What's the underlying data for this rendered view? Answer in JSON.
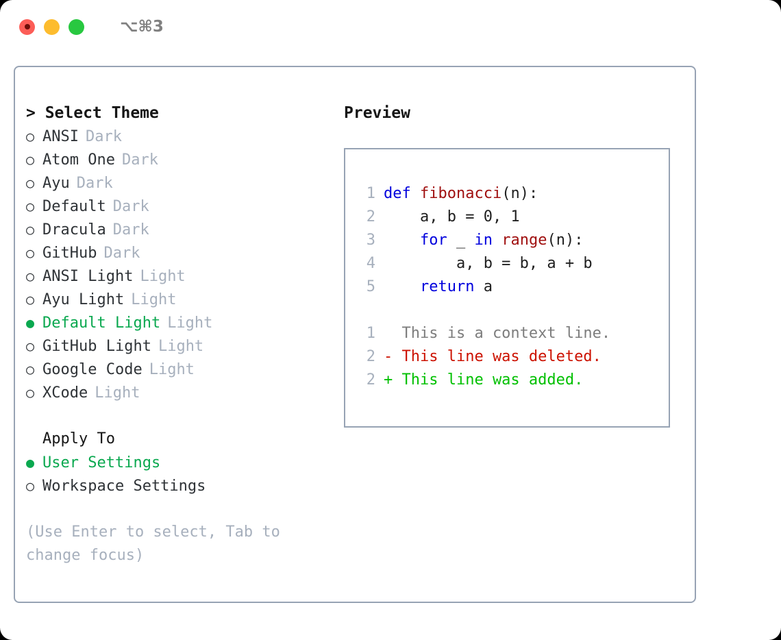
{
  "titlebar": {
    "shortcut": "⌥⌘3",
    "lights": [
      "close-red",
      "minimize-amber",
      "maximize-green"
    ]
  },
  "left": {
    "header": "> Select Theme",
    "themes": [
      {
        "bullet": "○",
        "name": "ANSI",
        "kind": "Dark",
        "selected": false
      },
      {
        "bullet": "○",
        "name": "Atom One",
        "kind": "Dark",
        "selected": false
      },
      {
        "bullet": "○",
        "name": "Ayu",
        "kind": "Dark",
        "selected": false
      },
      {
        "bullet": "○",
        "name": "Default",
        "kind": "Dark",
        "selected": false
      },
      {
        "bullet": "○",
        "name": "Dracula",
        "kind": "Dark",
        "selected": false
      },
      {
        "bullet": "○",
        "name": "GitHub",
        "kind": "Dark",
        "selected": false
      },
      {
        "bullet": "○",
        "name": "ANSI Light",
        "kind": "Light",
        "selected": false
      },
      {
        "bullet": "○",
        "name": "Ayu Light",
        "kind": "Light",
        "selected": false
      },
      {
        "bullet": "●",
        "name": "Default Light",
        "kind": "Light",
        "selected": true
      },
      {
        "bullet": "○",
        "name": "GitHub Light",
        "kind": "Light",
        "selected": false
      },
      {
        "bullet": "○",
        "name": "Google Code",
        "kind": "Light",
        "selected": false
      },
      {
        "bullet": "○",
        "name": "XCode",
        "kind": "Light",
        "selected": false
      }
    ],
    "apply_to": {
      "label": "Apply To",
      "options": [
        {
          "bullet": "●",
          "name": "User Settings",
          "selected": true
        },
        {
          "bullet": "○",
          "name": "Workspace Settings",
          "selected": false
        }
      ]
    },
    "hint": "(Use Enter to select, Tab to change focus)"
  },
  "right": {
    "title": "Preview",
    "code_lines": [
      {
        "num": "1",
        "tokens": [
          {
            "t": "def",
            "c": "kw"
          },
          {
            "t": " ",
            "c": "plain"
          },
          {
            "t": "fibonacci",
            "c": "fn"
          },
          {
            "t": "(n):",
            "c": "plain"
          }
        ]
      },
      {
        "num": "2",
        "tokens": [
          {
            "t": "    a, b = 0, 1",
            "c": "plain"
          }
        ]
      },
      {
        "num": "3",
        "tokens": [
          {
            "t": "    ",
            "c": "plain"
          },
          {
            "t": "for",
            "c": "kw"
          },
          {
            "t": " _ ",
            "c": "plain"
          },
          {
            "t": "in",
            "c": "kw"
          },
          {
            "t": " ",
            "c": "plain"
          },
          {
            "t": "range",
            "c": "fn"
          },
          {
            "t": "(n):",
            "c": "plain"
          }
        ]
      },
      {
        "num": "4",
        "tokens": [
          {
            "t": "        a, b = b, a + b",
            "c": "plain"
          }
        ]
      },
      {
        "num": "5",
        "tokens": [
          {
            "t": "    ",
            "c": "plain"
          },
          {
            "t": "return",
            "c": "kw"
          },
          {
            "t": " a",
            "c": "plain"
          }
        ]
      }
    ],
    "diff_lines": [
      {
        "num": "1",
        "text": "  This is a context line.",
        "kind": "diff-ctx"
      },
      {
        "num": "2",
        "text": "- This line was deleted.",
        "kind": "diff-del"
      },
      {
        "num": "2",
        "text": "+ This line was added.",
        "kind": "diff-add"
      }
    ]
  },
  "colors": {
    "accent_green": "#0aa84f",
    "diff_add_green": "#00c000",
    "diff_del_red": "#cc1100",
    "keyword_blue": "#0000dd",
    "function_red": "#a01010",
    "muted_gray": "#a7b0bd",
    "border": "#97a3b4",
    "light_red": "#fc5d57",
    "light_amber": "#fdbc2e",
    "light_green": "#28c840"
  }
}
